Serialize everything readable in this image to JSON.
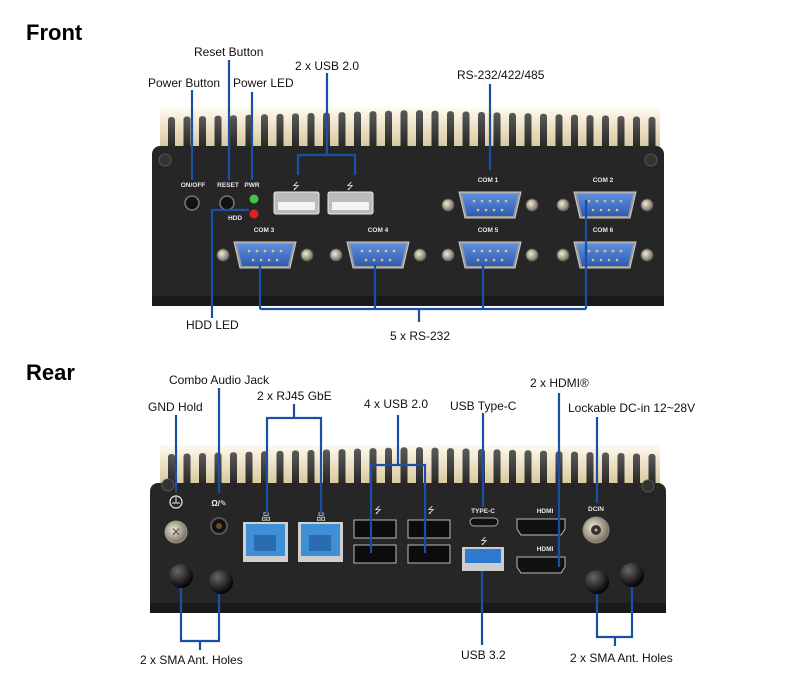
{
  "front": {
    "title": "Front",
    "callouts": {
      "power_button": "Power Button",
      "reset_button": "Reset Button",
      "power_led": "Power LED",
      "usb20": "2 x USB 2.0",
      "rs232_422_485": "RS-232/422/485",
      "hdd_led": "HDD LED",
      "rs232": "5 x RS-232"
    },
    "silkscreen": {
      "onoff": "ON/OFF",
      "reset": "RESET",
      "pwr": "PWR",
      "hdd": "HDD",
      "com1": "COM 1",
      "com2": "COM 2",
      "com3": "COM 3",
      "com4": "COM 4",
      "com5": "COM 5",
      "com6": "COM 6"
    }
  },
  "rear": {
    "title": "Rear",
    "callouts": {
      "gnd_hold": "GND Hold",
      "combo_audio": "Combo Audio Jack",
      "rj45": "2 x RJ45 GbE",
      "usb20": "4 x USB 2.0",
      "usb_typec": "USB Type-C",
      "hdmi": "2 x HDMI®",
      "dc_in": "Lockable DC-in 12~28V",
      "sma_left": "2 x SMA Ant. Holes",
      "usb32": "USB 3.2",
      "sma_right": "2 x SMA Ant. Holes"
    },
    "silkscreen": {
      "typec": "TYPE-C",
      "hdmi1": "HDMI",
      "hdmi2": "HDMI",
      "dcin": "DCIN"
    }
  },
  "colors": {
    "callout_line": "#1a4fa8",
    "chassis": "#262626",
    "db9_blue": "#3b6cc4",
    "rj45_blue": "#3f8fd6",
    "usb3_blue": "#2f78d0",
    "led_green": "#44c24a",
    "led_red": "#e02020"
  }
}
